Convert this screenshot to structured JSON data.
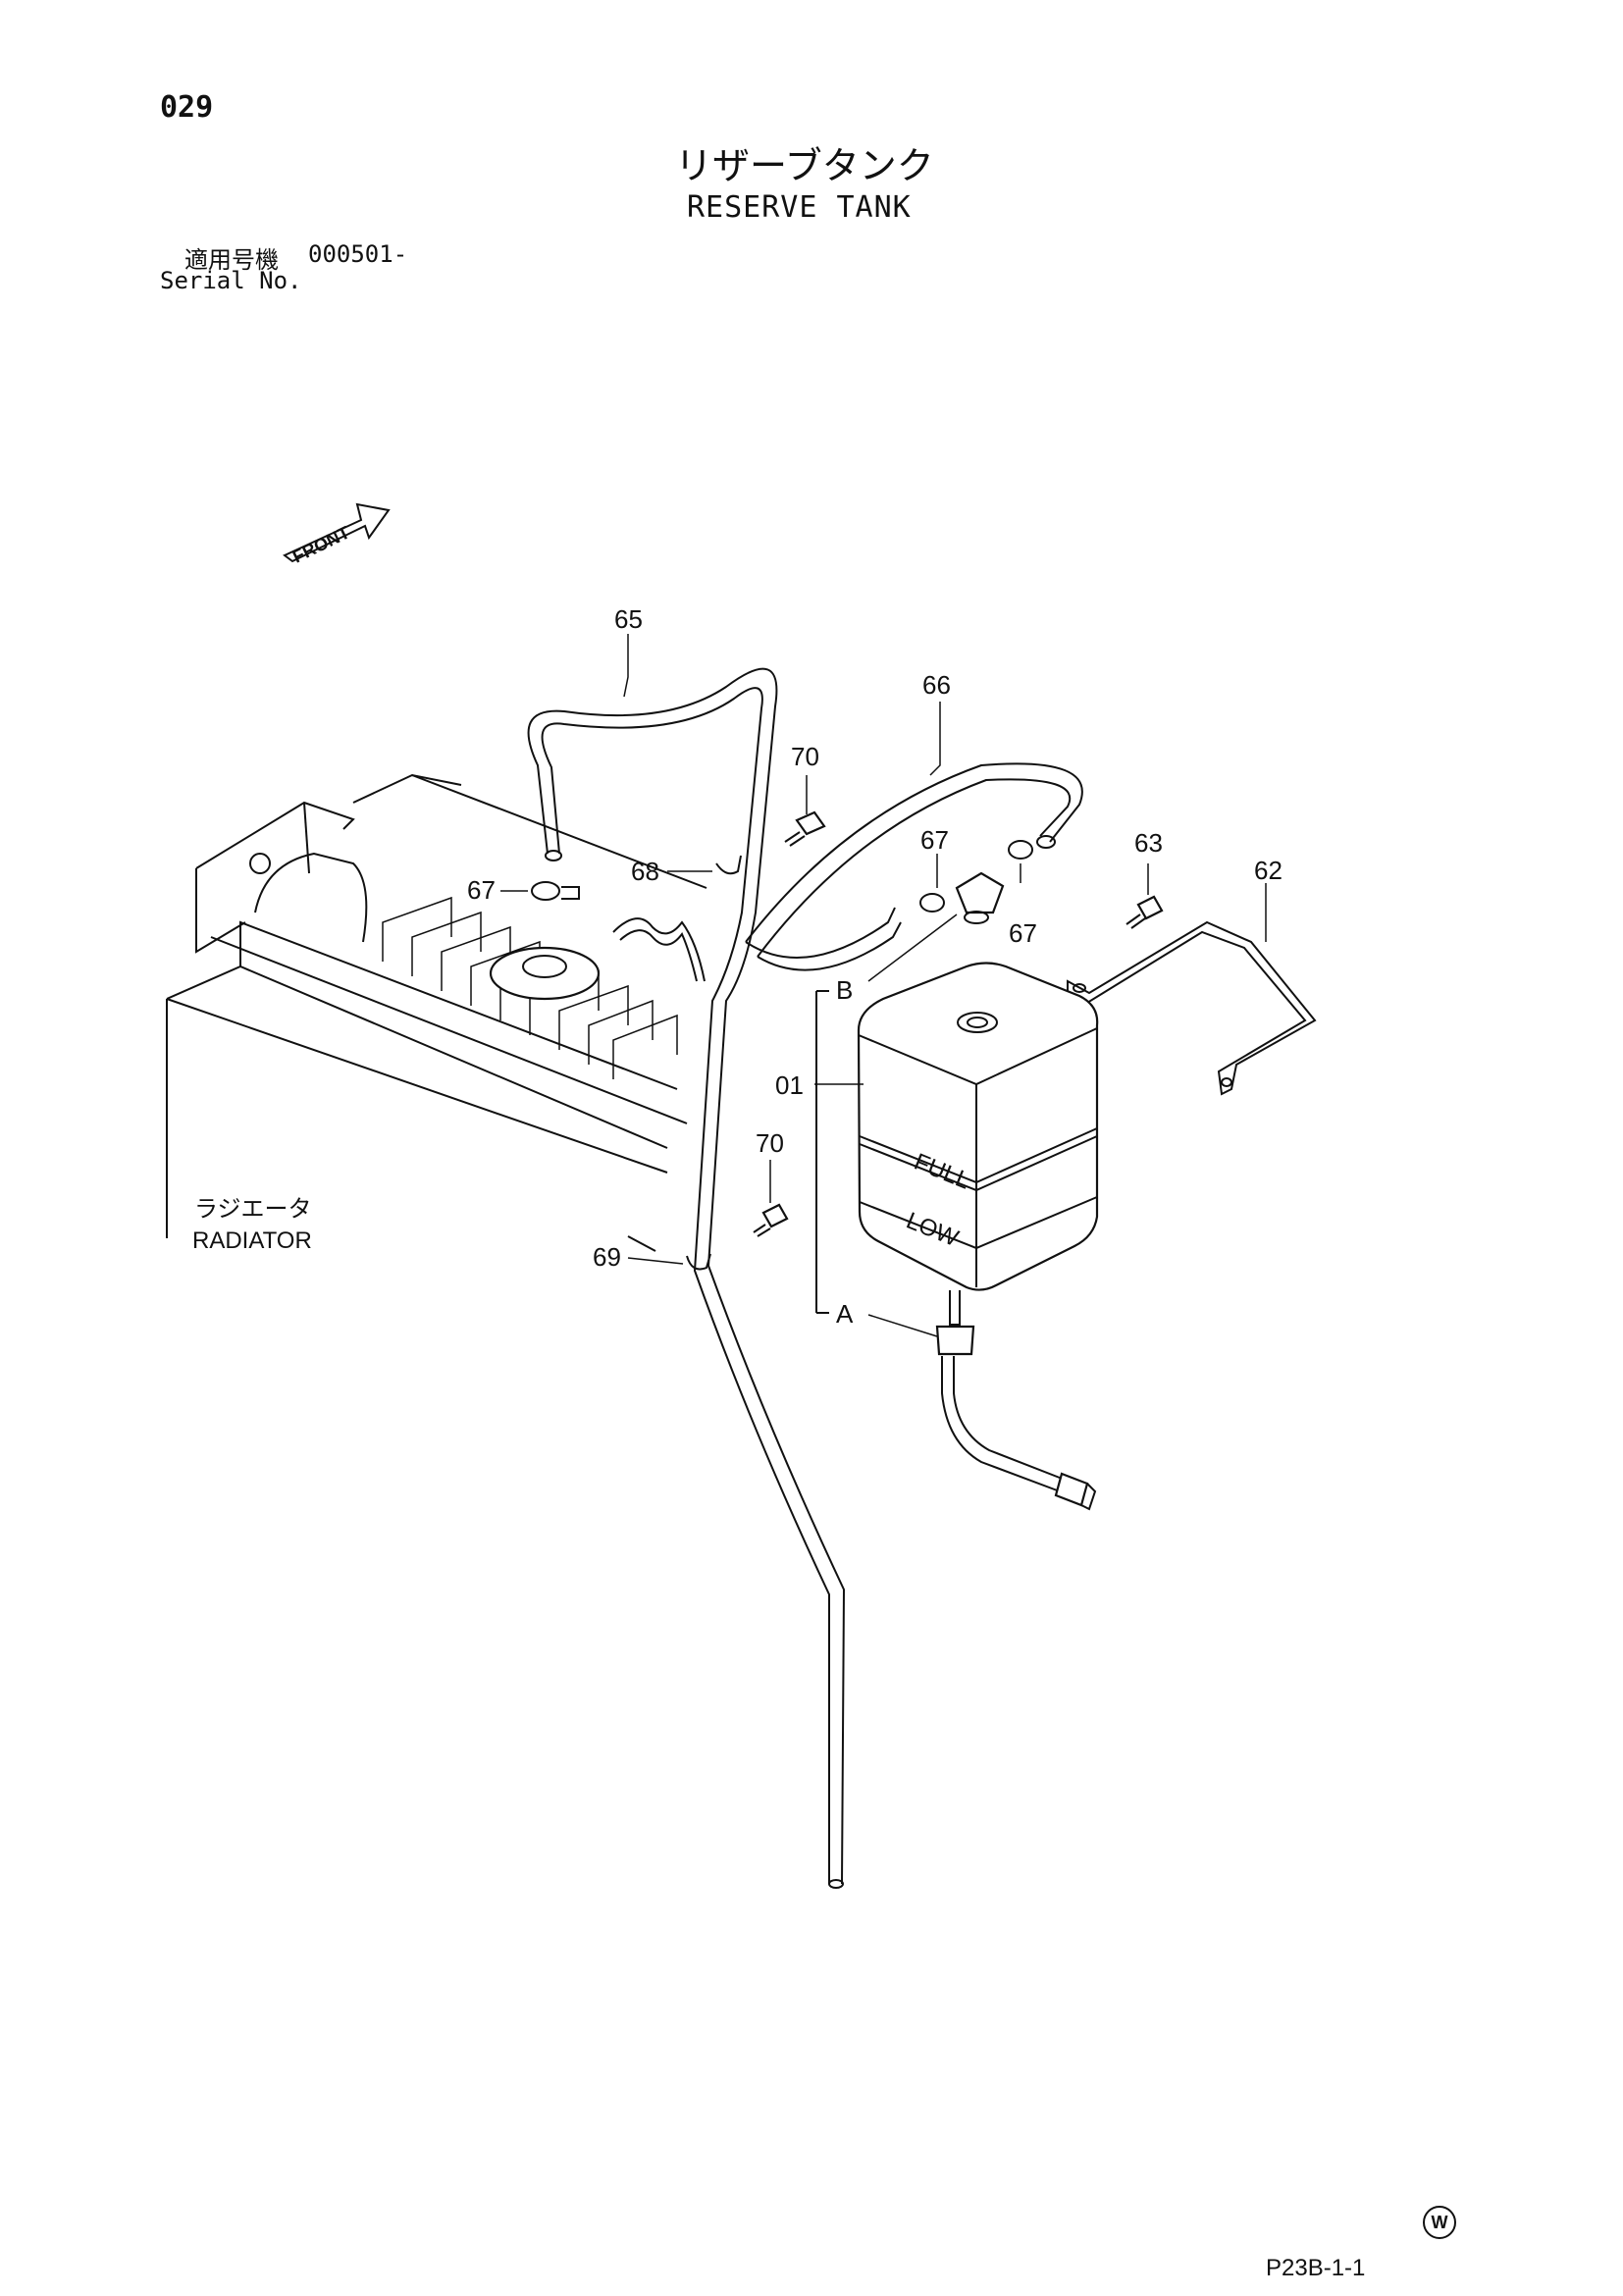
{
  "header": {
    "page_number": "029",
    "title_jp": "リザーブタンク",
    "title_en": "RESERVE TANK",
    "serial_label_jp": "適用号機",
    "serial_value": "000501-",
    "serial_label_en": "Serial No."
  },
  "labels": {
    "front": "FRONT",
    "radiator_jp": "ラジエータ",
    "radiator_en": "RADIATOR",
    "tank_full": "FULL",
    "tank_low": "LOW"
  },
  "callouts": {
    "c65": "65",
    "c66": "66",
    "c70a": "70",
    "c70b": "70",
    "c67a": "67",
    "c67b": "67",
    "c67c": "67",
    "c68": "68",
    "c63": "63",
    "c62": "62",
    "c01": "01",
    "c69": "69",
    "cA": "A",
    "cB": "B"
  },
  "footer": {
    "watermark": "W",
    "drawing_code": "P23B-1-1"
  }
}
